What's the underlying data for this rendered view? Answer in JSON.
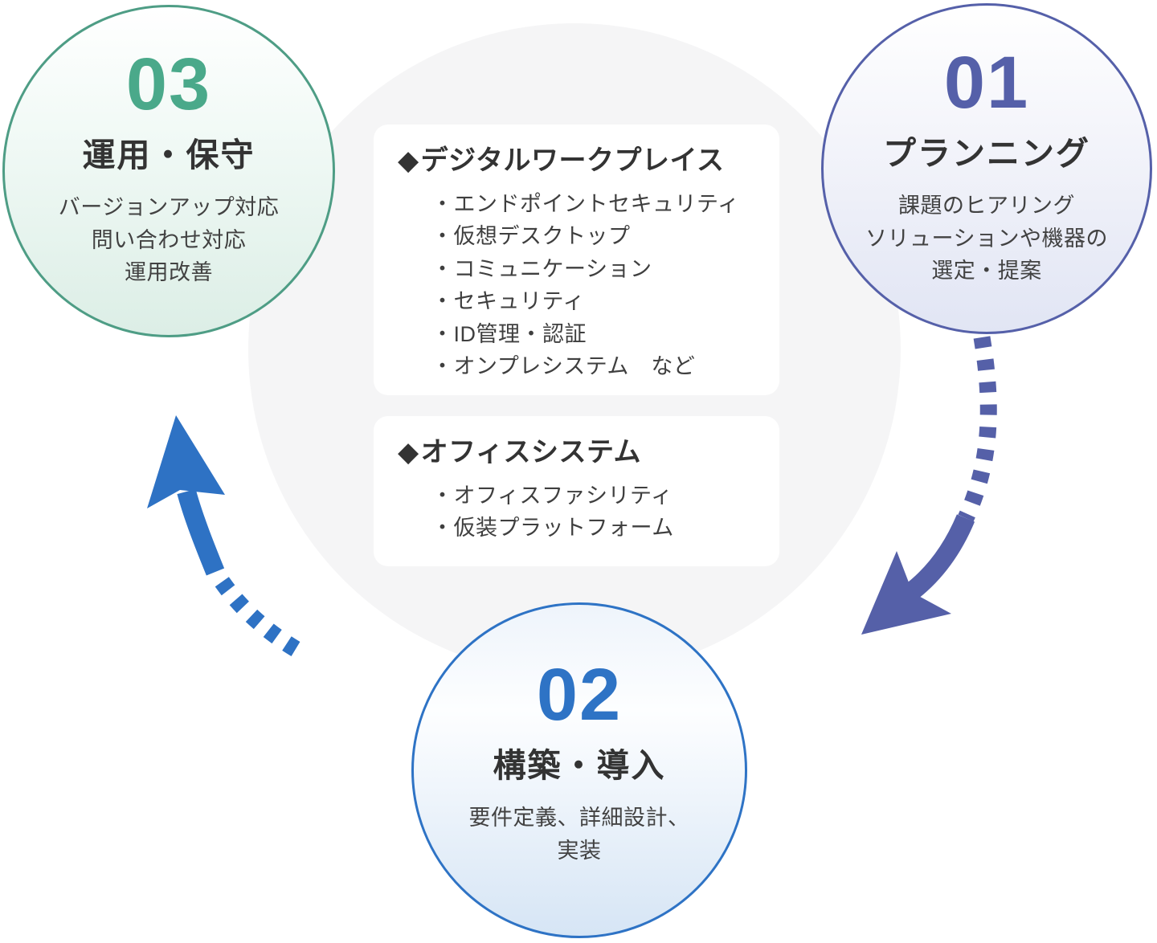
{
  "diagram": {
    "center": {
      "cards": [
        {
          "bullet": "◆",
          "title": "デジタルワークプレイス",
          "items": [
            "・エンドポイントセキュリティ",
            "・仮想デスクトップ",
            "・コミュニケーション",
            "・セキュリティ",
            "・ID管理・認証",
            "・オンプレシステム　など"
          ]
        },
        {
          "bullet": "◆",
          "title": "オフィスシステム",
          "items": [
            "・オフィスファシリティ",
            "・仮装プラットフォーム"
          ]
        }
      ]
    },
    "steps": [
      {
        "number": "01",
        "title": "プランニング",
        "description": "課題のヒアリング\nソリューションや機器の\n選定・提案",
        "accent_color": "#5560a9"
      },
      {
        "number": "02",
        "title": "構築・導入",
        "description": "要件定義、詳細設計、\n実装",
        "accent_color": "#2e73c5"
      },
      {
        "number": "03",
        "title": "運用・保守",
        "description": "バージョンアップ対応\n問い合わせ対応\n運用改善",
        "accent_color": "#4aa98a"
      }
    ],
    "colors": {
      "backdrop_circle": "#f5f5f6",
      "card_background": "#ffffff",
      "heading_text": "#333333",
      "body_text": "#3f3f3f",
      "arrow_planning_to_build": "#5560a8",
      "arrow_build_to_operate": "#2e72c4"
    }
  }
}
